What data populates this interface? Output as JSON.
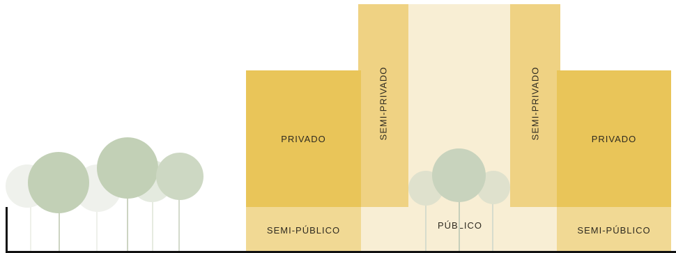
{
  "labels": {
    "privado_left": "PRIVADO",
    "privado_right": "PRIVADO",
    "semi_privado_left": "SEMI-PRIVADO",
    "semi_privado_right": "SEMI-PRIVADO",
    "semi_publico_left": "SEMI-PÚBLICO",
    "semi_publico_right": "SEMI-PÚBLICO",
    "publico": "PÚBLICO"
  },
  "colors": {
    "privado": "#e9c559",
    "semi_privado": "#efd283",
    "semi_publico": "#f1d994",
    "publico": "#f8eed4",
    "tree_dark": "#c2d0b6",
    "tree_light": "#e8ede3",
    "trunk": "#ccd4c2",
    "ground": "#111111"
  }
}
